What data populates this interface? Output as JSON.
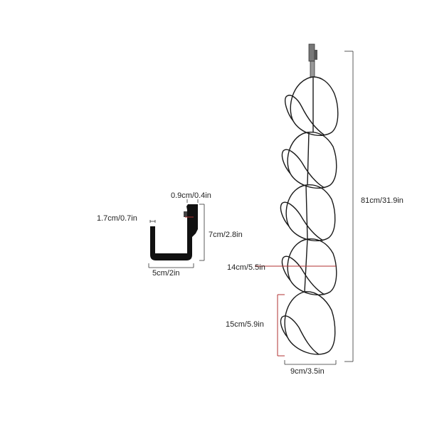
{
  "dimensions": {
    "hook_thickness": "0.9cm/0.4in",
    "hook_lip": "1.7cm/0.7in",
    "hook_height": "7cm/2.8in",
    "hook_width": "5cm/2in",
    "total_length": "81cm/31.9in",
    "spacing": "14cm/5.5in",
    "loop_height": "15cm/5.9in",
    "loop_width": "9cm/3.5in"
  },
  "colors": {
    "background": "#ffffff",
    "line": "#333333",
    "wire": "#1a1a1a",
    "hook": "#111111",
    "highlight": "#b03030",
    "text": "#222222"
  }
}
